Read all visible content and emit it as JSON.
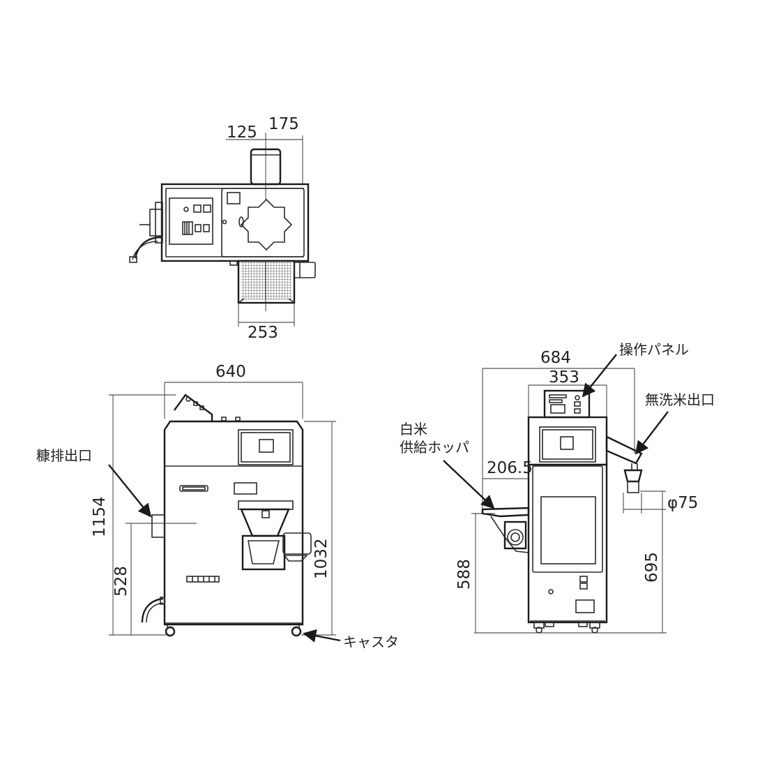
{
  "top_view": {
    "dims": {
      "d125": "125",
      "d175": "175",
      "d253": "253"
    }
  },
  "front_view": {
    "dims": {
      "d640": "640",
      "d1154": "1154",
      "d528": "528",
      "d1032": "1032"
    },
    "labels": {
      "bran_outlet": "糠排出口",
      "caster": "キャスタ"
    }
  },
  "side_view": {
    "dims": {
      "d684": "684",
      "d353": "353",
      "d2065": "206.5",
      "d588": "588",
      "d695": "695",
      "d75": "φ75"
    },
    "labels": {
      "control_panel": "操作パネル",
      "musenmai_outlet": "無洗米出口",
      "hopper_line1": "白米",
      "hopper_line2": "供給ホッパ"
    }
  }
}
